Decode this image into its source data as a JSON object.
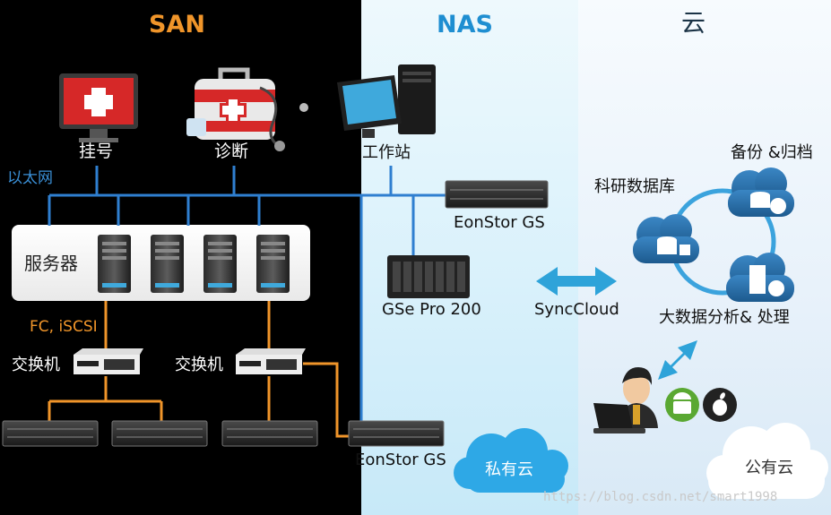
{
  "sections": {
    "san": "SAN",
    "nas": "NAS",
    "cloud": "云"
  },
  "san": {
    "registration_label": "挂号",
    "diagnosis_label": "诊断",
    "ethernet_label": "以太网",
    "server_label": "服务器",
    "protocol_label": "FC, iSCSI",
    "switch_left_label": "交换机",
    "switch_right_label": "交换机"
  },
  "nas": {
    "workstation_label": "工作站",
    "eonstor_gs_top_label": "EonStor GS",
    "gse_pro_label": "GSe Pro 200",
    "eonstor_gs_bottom_label": "EonStor GS",
    "private_cloud_label": "私有云"
  },
  "cloud": {
    "sync_label": "SyncCloud",
    "research_db_label": "科研数据库",
    "backup_label": "备份 &归档",
    "bigdata_label": "大数据分析& 处理",
    "public_cloud_label": "公有云"
  },
  "watermark": "https://blog.csdn.net/smart1998",
  "colors": {
    "san_bg": "#000000",
    "san_title": "#f0952a",
    "nas_title": "#1e8ed1",
    "network_line": "#2f7fd0",
    "storage_line": "#f0952a",
    "cloud_icon": "#2a6fa8",
    "sync_arrow": "#2ea3d9"
  },
  "icons": [
    "monitor-red-cross-icon",
    "medical-kit-icon",
    "workstation-icon",
    "server-tower-icon",
    "switch-icon",
    "storage-array-icon",
    "nas-device-icon",
    "cloud-database-icon",
    "user-laptop-icon",
    "android-icon",
    "apple-icon",
    "sync-arrow-icon"
  ]
}
